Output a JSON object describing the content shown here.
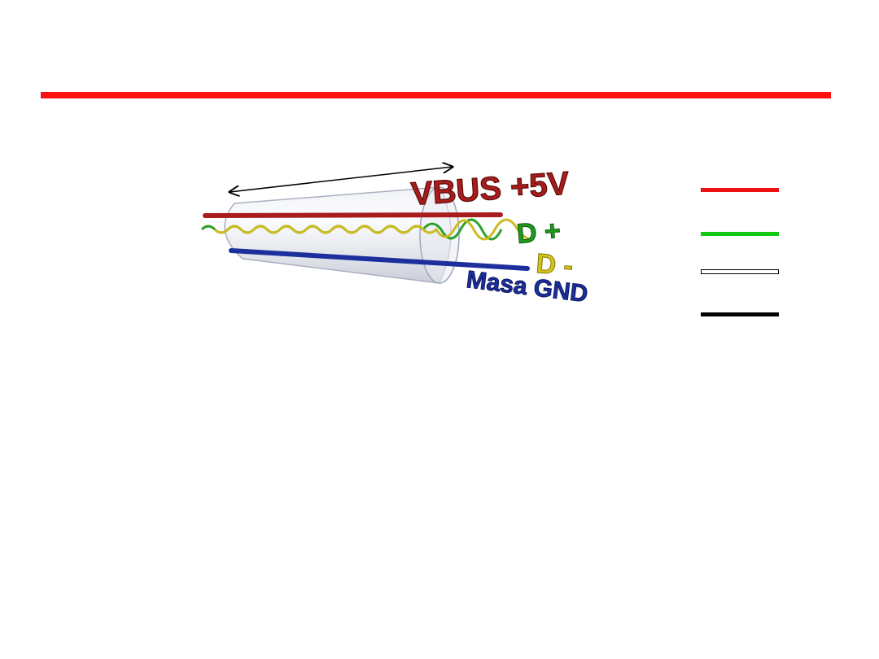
{
  "colors": {
    "accent_rule": "#ff1111",
    "vbus": "#a81c1c",
    "data_plus": "#1f9a1f",
    "data_minus": "#d4c21a",
    "ground": "#1d2f9c",
    "legend_red": "#ee1111",
    "legend_green": "#11c811",
    "legend_white": "#ffffff",
    "legend_black": "#000000"
  },
  "cable": {
    "labels": {
      "vbus": "VBUS +5V",
      "data_plus": "D +",
      "data_minus": "D -",
      "ground": "Masa GND"
    }
  },
  "legend": [
    {
      "wire": "vbus",
      "color": "#ee1111"
    },
    {
      "wire": "data_plus",
      "color": "#11c811"
    },
    {
      "wire": "data_minus",
      "color": "#ffffff"
    },
    {
      "wire": "ground",
      "color": "#000000"
    }
  ]
}
